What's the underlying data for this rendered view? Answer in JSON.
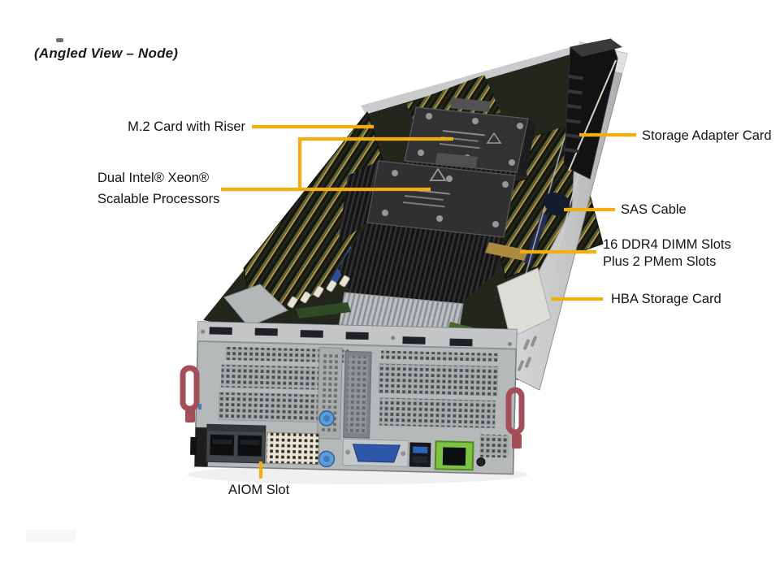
{
  "figure": {
    "title": "(Angled View – Node)",
    "callouts": {
      "m2": {
        "label": "M.2 Card with Riser"
      },
      "dual_cpu": {
        "line1": "Dual Intel® Xeon®",
        "line2": "Scalable Processors"
      },
      "storage_adapter": {
        "label": "Storage Adapter Card"
      },
      "sas_cable": {
        "label": "SAS Cable"
      },
      "dimm_slots": {
        "line1": "16 DDR4 DIMM Slots",
        "line2": "Plus 2 PMem Slots"
      },
      "hba": {
        "label": "HBA Storage Card"
      },
      "aiom": {
        "label": "AIOM Slot"
      }
    },
    "colors": {
      "callout_line": "#F0AE10",
      "label_text": "#141414",
      "background": "#FFFFFF"
    }
  }
}
